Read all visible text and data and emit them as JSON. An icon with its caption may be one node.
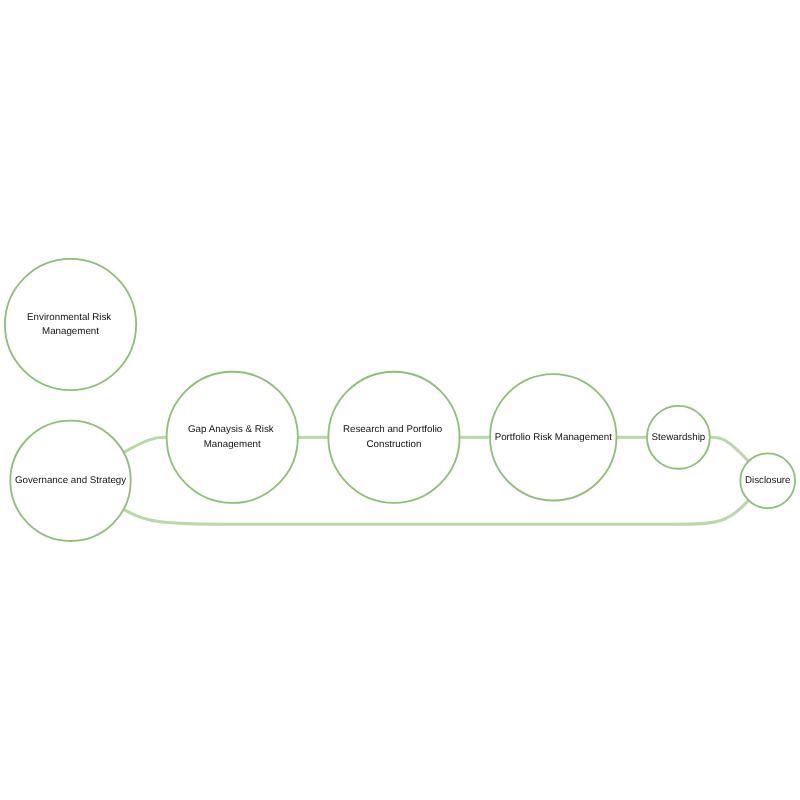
{
  "diagram": {
    "nodes": [
      {
        "text": [
          "Environmental Risk Management"
        ]
      },
      {
        "text": [
          "Governance and Strategy"
        ]
      },
      {
        "text": [
          "Gap Anaysis & Risk Management"
        ]
      },
      {
        "text": [
          "Research and Portfolio Construction"
        ]
      },
      {
        "text": [
          "Portfolio Risk Management"
        ]
      },
      {
        "text": [
          "Stewardship"
        ]
      },
      {
        "text": [
          "Disclosure"
        ]
      }
    ],
    "edges": [
      {
        "from": 1,
        "to": 2,
        "arrow": "none"
      },
      {
        "from": 2,
        "to": 3,
        "arrow": "none"
      },
      {
        "from": 3,
        "to": 4,
        "arrow": "none"
      },
      {
        "from": 4,
        "to": 5,
        "arrow": "none"
      },
      {
        "from": 5,
        "to": 6,
        "arrow": "none"
      },
      {
        "from": 6,
        "to": 1,
        "arrow": "none"
      }
    ]
  }
}
